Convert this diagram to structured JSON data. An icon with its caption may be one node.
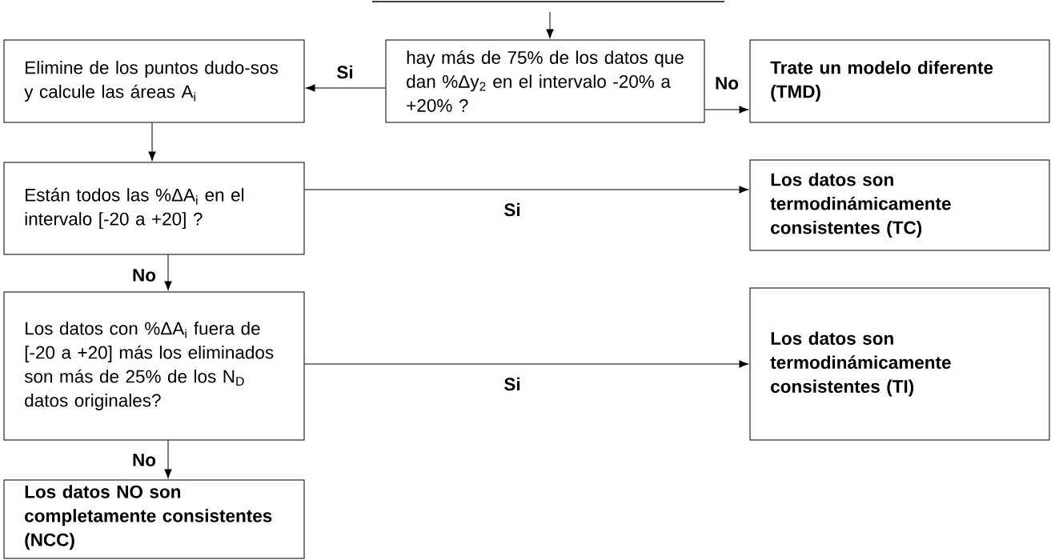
{
  "diagram": {
    "nodes": [
      {
        "text": [
          "hay más de 75% de los datos que dan  %Δy$_{2}$ en el intervalo -20% a +20% ?"
        ]
      },
      {
        "text": [
          "Elimine de los puntos dudo-sos y calcule las áreas A$_{i}$"
        ]
      },
      {
        "text": [
          "Trate un modelo diferente (TMD)"
        ]
      },
      {
        "text": [
          "Están todos las %ΔA$_{i}$ en el intervalo [-20  a  +20]  ?"
        ]
      },
      {
        "text": [
          "Los datos son termodinámicamente consistentes (TC)"
        ]
      },
      {
        "text": [
          "Los datos con %ΔA$_{i}$ fuera de [-20  a  +20] más los eliminados son más de 25% de los N$_{D}$ datos originales?"
        ]
      },
      {
        "text": [
          "Los datos son termodinámicamente consistentes (TI)"
        ]
      },
      {
        "text": [
          "Los datos NO son completamente consistentes (NCC)"
        ]
      }
    ],
    "edges": [
      {
        "from": null,
        "to": 0,
        "arrow": "to"
      },
      {
        "from": 0,
        "to": 1,
        "arrow": "to",
        "label": "Si"
      },
      {
        "from": 0,
        "to": 2,
        "arrow": "to",
        "label": "No"
      },
      {
        "from": 1,
        "to": 3,
        "arrow": "to"
      },
      {
        "from": 3,
        "to": 4,
        "arrow": "to",
        "label": "Si"
      },
      {
        "from": 3,
        "to": 5,
        "arrow": "to",
        "label": "No"
      },
      {
        "from": 5,
        "to": 6,
        "arrow": "to",
        "label": "Si"
      },
      {
        "from": 5,
        "to": 7,
        "arrow": "to",
        "label": "No"
      }
    ]
  }
}
